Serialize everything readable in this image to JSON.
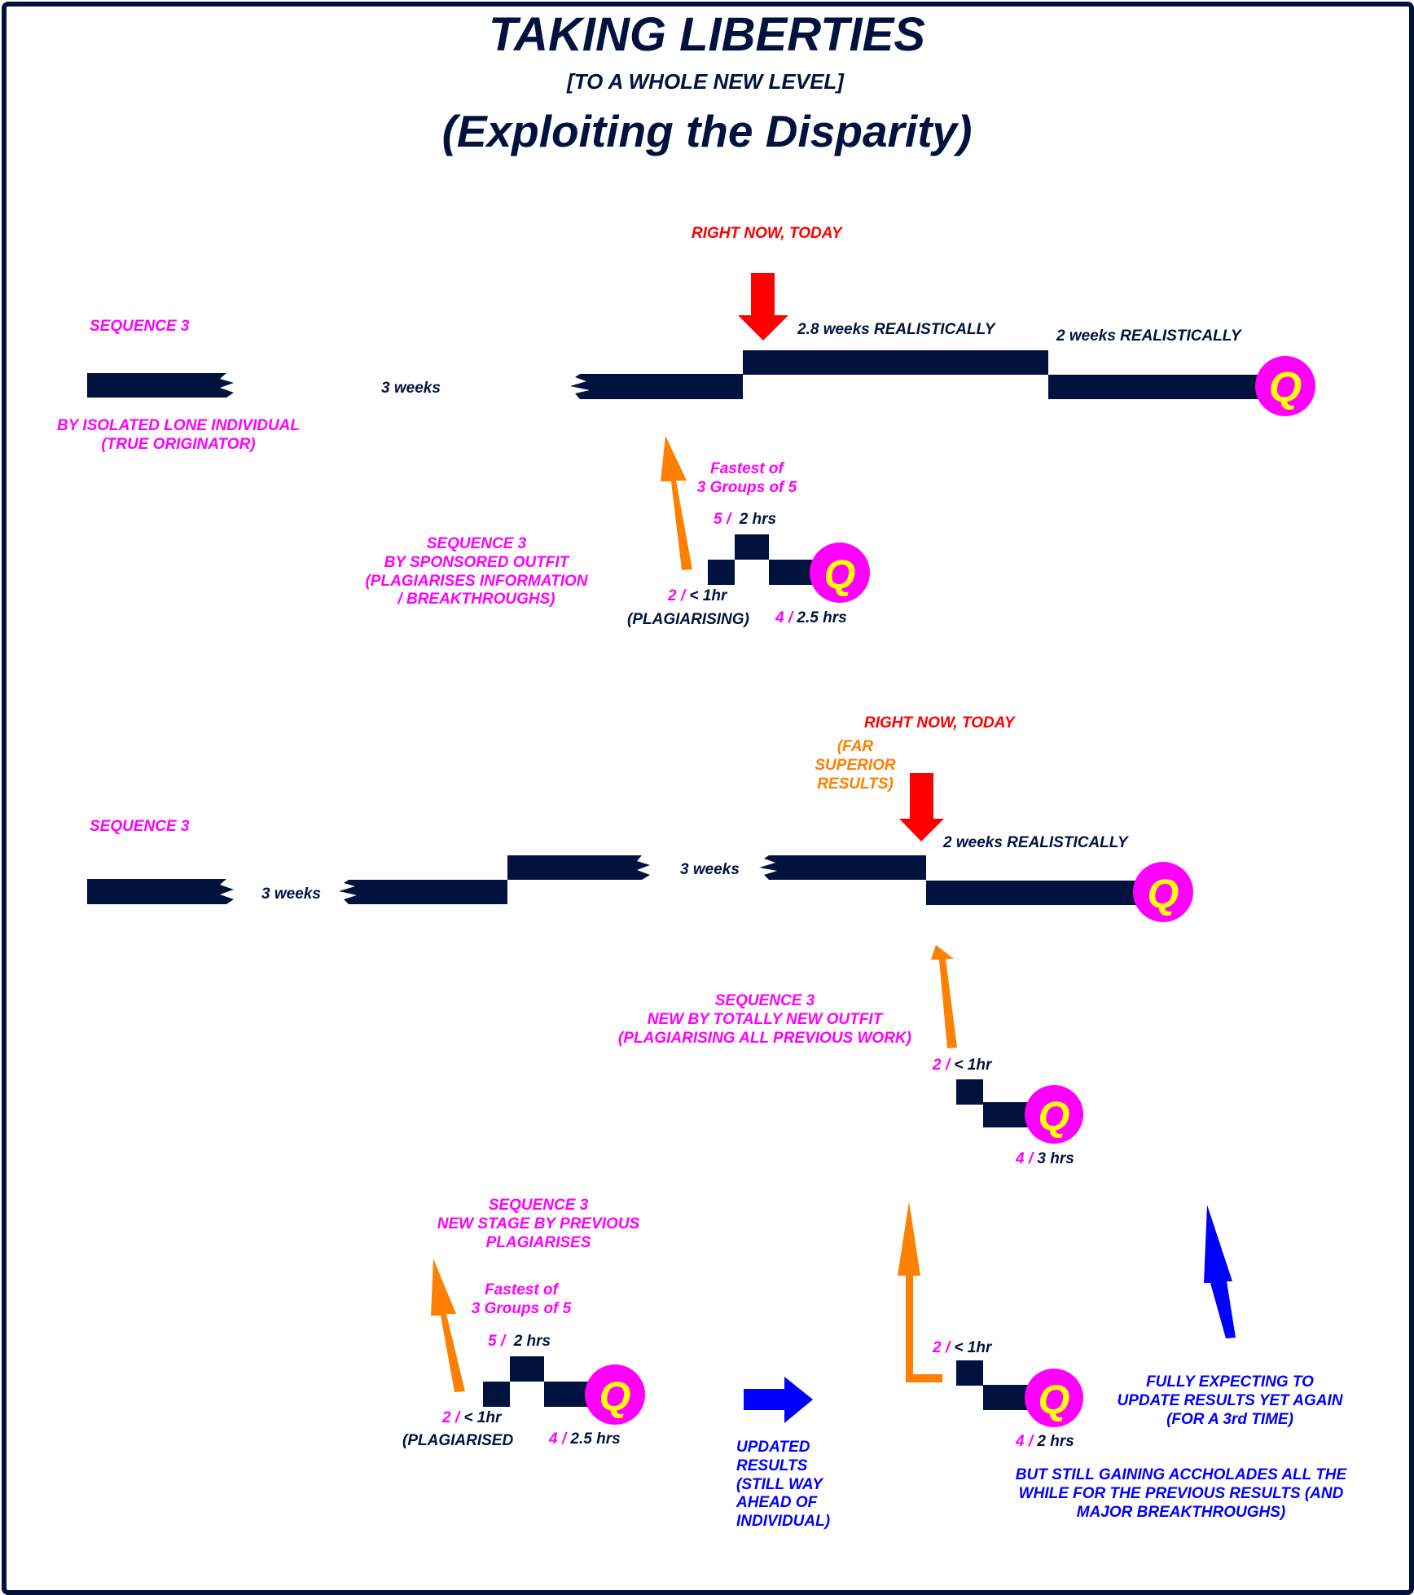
{
  "header": {
    "title": "TAKING LIBERTIES",
    "subtitle": "[TO A WHOLE NEW LEVEL]",
    "tagline": "(Exploiting the Disparity)"
  },
  "colors": {
    "navy": "#02123f",
    "magenta": "#ff00ff",
    "red": "#ff0000",
    "orange": "#ff8000",
    "blue": "#0000ff",
    "q_fill": "#ff00ff",
    "q_letter": "#ffff00"
  },
  "q_symbol": "Q",
  "scenario1": {
    "now_label": "RIGHT NOW, TODAY",
    "sequence_label": "SEQUENCE 3",
    "individual_label_line1": "BY ISOLATED LONE INDIVIDUAL",
    "individual_label_line2": "(TRUE ORIGINATOR)",
    "gap_label": "3 weeks",
    "segment2_label": "2.8 weeks REALISTICALLY",
    "segment3_label": "2 weeks REALISTICALLY",
    "outfit": {
      "line1": "SEQUENCE 3",
      "line2": "BY SPONSORED OUTFIT",
      "line3": "(PLAGIARISES INFORMATION",
      "line4": "/ BREAKTHROUGHS)",
      "fastest_line1": "Fastest of",
      "fastest_line2": "3 Groups of 5",
      "step_top_num": "5 /",
      "step_top_time": "2 hrs",
      "step_first_num": "2 /",
      "step_first_time": "< 1hr",
      "step_first_note": "(PLAGIARISING)",
      "step_last_num": "4 /",
      "step_last_time": "2.5 hrs"
    }
  },
  "scenario2": {
    "now_label": "RIGHT NOW, TODAY",
    "superior_line1": "(FAR",
    "superior_line2": "SUPERIOR",
    "superior_line3": "RESULTS)",
    "sequence_label": "SEQUENCE 3",
    "gap1_label": "3 weeks",
    "gap2_label": "3 weeks",
    "segment_label": "2 weeks REALISTICALLY",
    "new_outfit": {
      "line1": "SEQUENCE 3",
      "line2": "NEW BY TOTALLY NEW OUTFIT",
      "line3": "(PLAGIARISING ALL PREVIOUS WORK)",
      "step_first_num": "2 /",
      "step_first_time": "< 1hr",
      "step_last_num": "4 /",
      "step_last_time": "3 hrs"
    },
    "previous": {
      "line1": "SEQUENCE 3",
      "line2": "NEW STAGE BY PREVIOUS",
      "line3": "PLAGIARISES",
      "fastest_line1": "Fastest of",
      "fastest_line2": "3 Groups of 5",
      "step_top_num": "5 /",
      "step_top_time": "2 hrs",
      "step_first_num": "2 /",
      "step_first_time": "< 1hr",
      "step_first_note": "(PLAGIARISED",
      "step_last_num": "4 /",
      "step_last_time": "2.5 hrs"
    },
    "updated": {
      "line1": "UPDATED",
      "line2": "RESULTS",
      "line3": "(STILL WAY",
      "line4": "AHEAD OF",
      "line5": "INDIVIDUAL)",
      "step_first_num": "2 /",
      "step_first_time": "< 1hr",
      "step_last_num": "4 /",
      "step_last_time": "2 hrs"
    },
    "expecting_line1": "FULLY EXPECTING TO",
    "expecting_line2": "UPDATE RESULTS YET AGAIN",
    "expecting_line3": "(FOR A 3rd TIME)",
    "accolades_line1": "BUT STILL GAINING ACCHOLADES ALL THE",
    "accolades_line2": "WHILE FOR THE PREVIOUS RESULTS (AND",
    "accolades_line3": "MAJOR BREAKTHROUGHS)"
  }
}
